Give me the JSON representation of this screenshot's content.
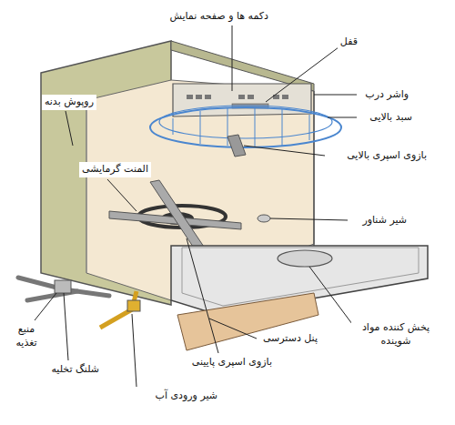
{
  "diagram": {
    "labels": [
      "دکمه ها و صفحه نمایش",
      "قفل",
      "واشر درب",
      "سبد بالایی",
      "روپوش بدنه",
      "بازوی اسپری بالایی",
      "المنت گرمایشی",
      "شیر شناور",
      "منبع تغذیه",
      "پنل دسترسی",
      "پخش کننده مواد شوینده",
      "شلنگ تخلیه",
      "بازوی اسپری پایینی",
      "شیر ورودی آب"
    ]
  }
}
